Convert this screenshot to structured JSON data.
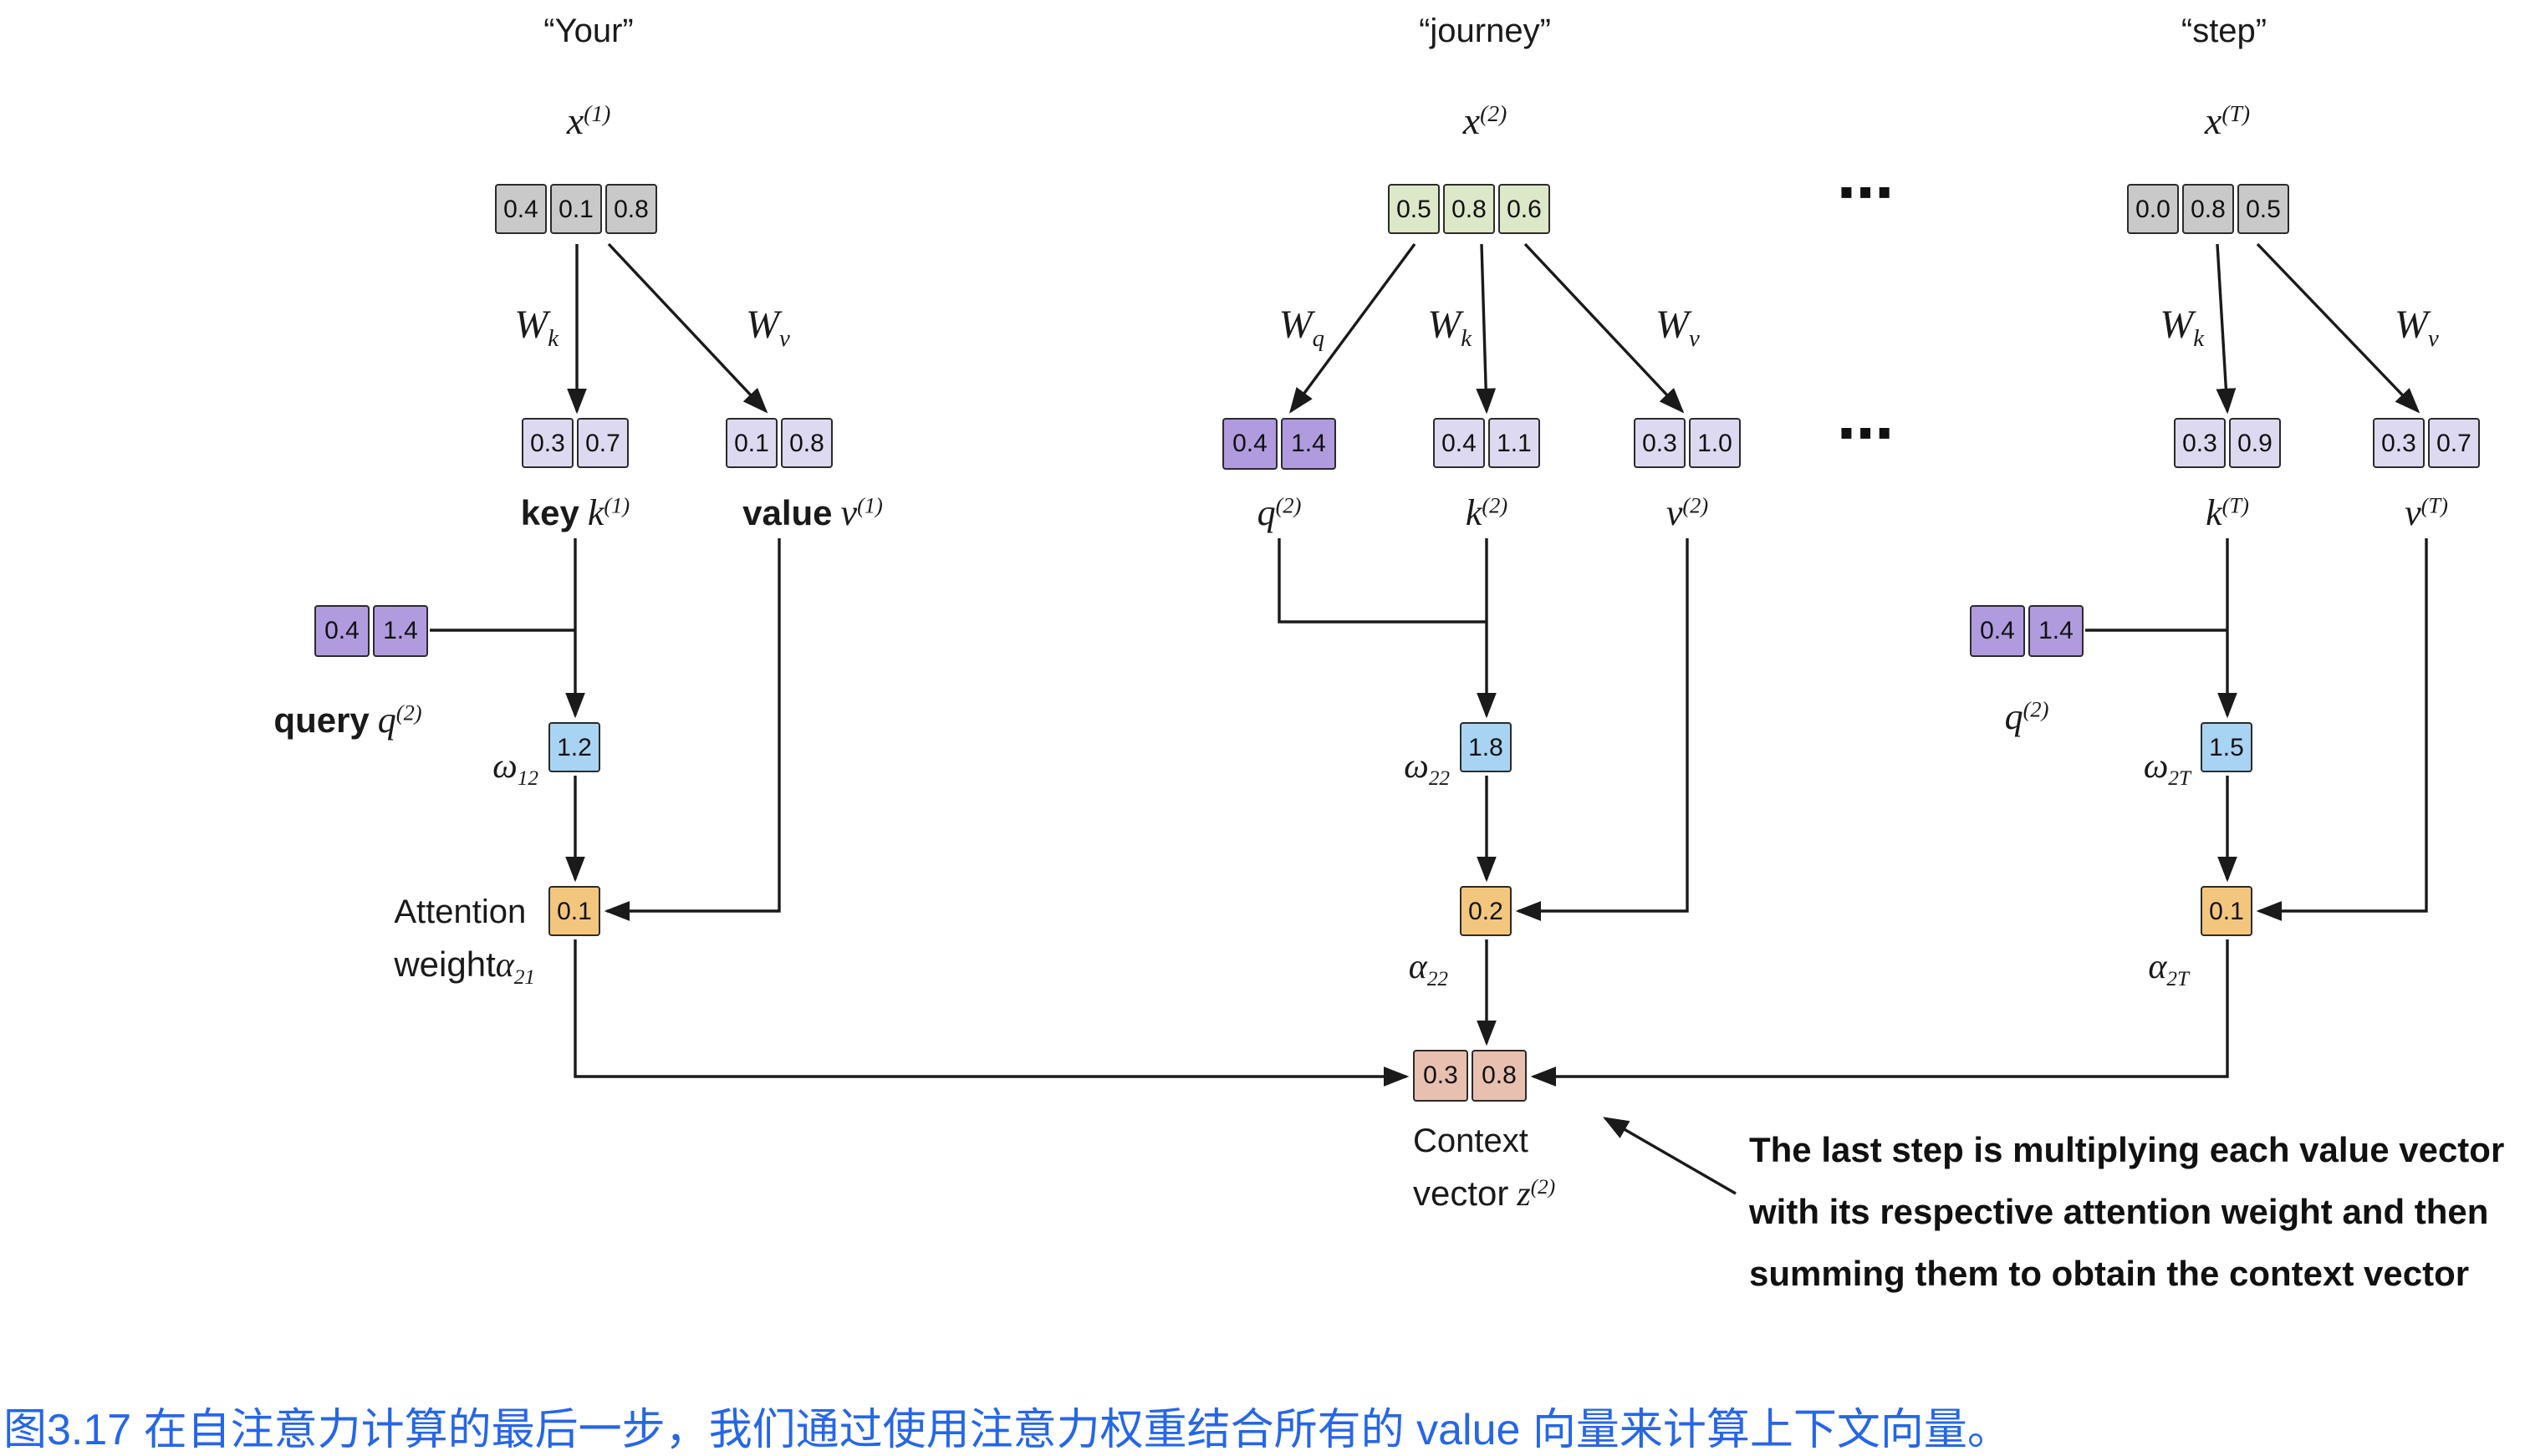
{
  "caption": "图3.17 在自注意力计算的最后一步，我们通过使用注意力权重结合所有的 value 向量来计算上下文向量。",
  "ellipsis": "⋯",
  "colors": {
    "gray_box": "#c9c9c9",
    "green_box": "#dce8c8",
    "lavender_box": "#dcd9f0",
    "purple_box": "#b09bdf",
    "blue_box": "#a9d3f2",
    "orange_box": "#f2c77d",
    "salmon_box": "#e8c0b0",
    "caption_text": "#2666e8"
  },
  "annotation": {
    "line1": "The last step is multiplying each value vector",
    "line2": "with its respective attention weight and then",
    "line3": "summing them to obtain the context vector"
  },
  "context": {
    "values": [
      "0.3",
      "0.8"
    ],
    "label_line1": "Context",
    "label_line2_prefix": "vector",
    "base": "z",
    "sup": "(2)"
  },
  "col1": {
    "token": "“Your”",
    "x": {
      "base": "x",
      "sup": "(1)"
    },
    "inputs": [
      "0.4",
      "0.1",
      "0.8"
    ],
    "wk": {
      "base": "W",
      "sub": "k"
    },
    "wv": {
      "base": "W",
      "sub": "v"
    },
    "k": {
      "values": [
        "0.3",
        "0.7"
      ],
      "prefix": "key",
      "base": "k",
      "sup": "(1)"
    },
    "v": {
      "values": [
        "0.1",
        "0.8"
      ],
      "prefix": "value",
      "base": "v",
      "sup": "(1)"
    },
    "query": {
      "values": [
        "0.4",
        "1.4"
      ],
      "prefix": "query",
      "base": "q",
      "sup": "(2)"
    },
    "omega": {
      "base": "ω",
      "sub": "12",
      "value": "1.2"
    },
    "alpha": {
      "prefix1": "Attention",
      "prefix2": "weight",
      "base": "α",
      "sub": "21",
      "value": "0.1"
    }
  },
  "col2": {
    "token": "“journey”",
    "x": {
      "base": "x",
      "sup": "(2)"
    },
    "inputs": [
      "0.5",
      "0.8",
      "0.6"
    ],
    "wq": {
      "base": "W",
      "sub": "q"
    },
    "wk": {
      "base": "W",
      "sub": "k"
    },
    "wv": {
      "base": "W",
      "sub": "v"
    },
    "q": {
      "values": [
        "0.4",
        "1.4"
      ],
      "base": "q",
      "sup": "(2)"
    },
    "k": {
      "values": [
        "0.4",
        "1.1"
      ],
      "base": "k",
      "sup": "(2)"
    },
    "v": {
      "values": [
        "0.3",
        "1.0"
      ],
      "base": "v",
      "sup": "(2)"
    },
    "omega": {
      "base": "ω",
      "sub": "22",
      "value": "1.8"
    },
    "alpha": {
      "base": "α",
      "sub": "22",
      "value": "0.2"
    }
  },
  "col3": {
    "token": "“step”",
    "x": {
      "base": "x",
      "sup": "(T)"
    },
    "inputs": [
      "0.0",
      "0.8",
      "0.5"
    ],
    "wk": {
      "base": "W",
      "sub": "k"
    },
    "wv": {
      "base": "W",
      "sub": "v"
    },
    "k": {
      "values": [
        "0.3",
        "0.9"
      ],
      "base": "k",
      "sup": "(T)"
    },
    "v": {
      "values": [
        "0.3",
        "0.7"
      ],
      "base": "v",
      "sup": "(T)"
    },
    "query": {
      "values": [
        "0.4",
        "1.4"
      ],
      "base": "q",
      "sup": "(2)"
    },
    "omega": {
      "base": "ω",
      "sub": "2T",
      "value": "1.5"
    },
    "alpha": {
      "base": "α",
      "sub": "2T",
      "value": "0.1"
    }
  }
}
